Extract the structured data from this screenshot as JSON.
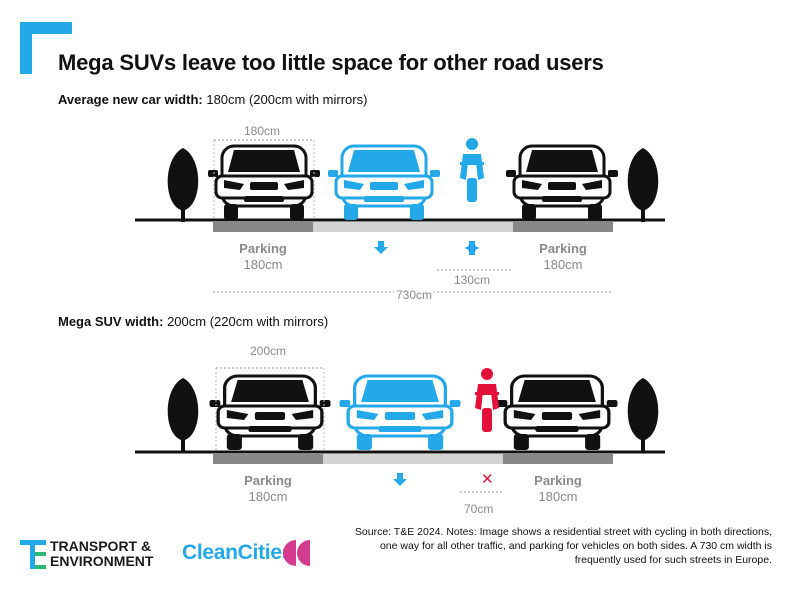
{
  "title": "Mega SUVs leave too little space for other road users",
  "scenario1": {
    "heading_bold": "Average new car width:",
    "heading_rest": " 180cm (200cm with mirrors)",
    "car_width": "180cm",
    "parking_label": "Parking",
    "parking_width": "180cm",
    "cycle_gap": "130cm",
    "total_width": "730cm"
  },
  "scenario2": {
    "heading_bold": "Mega SUV width:",
    "heading_rest": " 200cm (220cm with mirrors)",
    "car_width": "200cm",
    "parking_label": "Parking",
    "parking_width": "180cm",
    "cycle_gap": "70cm",
    "blocked_mark": "✕"
  },
  "source_note": "Source: T&E 2024. Notes: Image shows a residential street with cycling in both directions, one way for all other traffic, and parking for vehicles on both sides.  A 730 cm width is frequently used for such streets in Europe.",
  "logos": {
    "te_line1": "TRANSPORT &",
    "te_line2": "ENVIRONMENT",
    "cleancities": "CleanCities"
  },
  "colors": {
    "accent_blue": "#23a8ea",
    "alert_red": "#e5103a",
    "text_gray": "#8a8a8a"
  }
}
